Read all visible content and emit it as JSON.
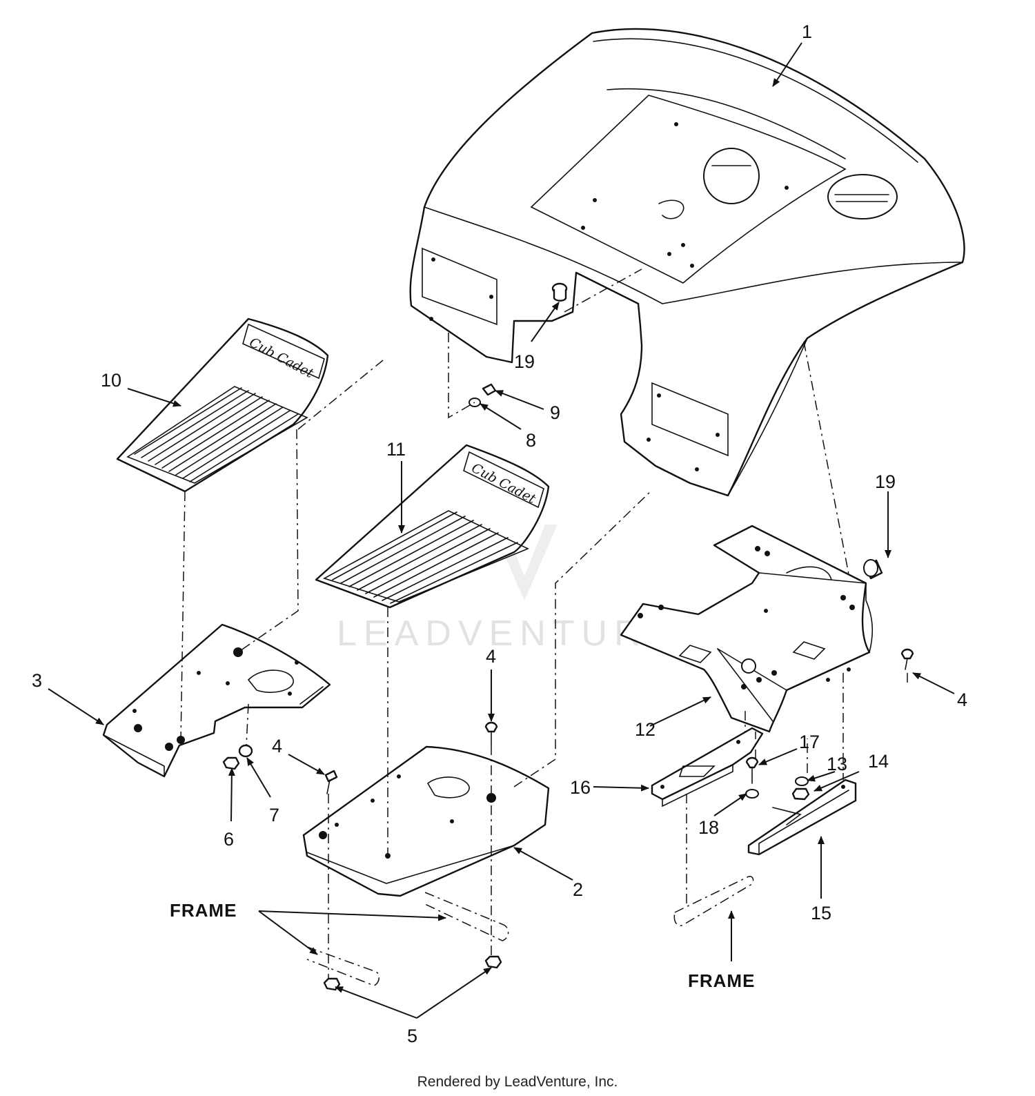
{
  "watermark": "LEADVENTURE",
  "footer": "Rendered by LeadVenture, Inc.",
  "frame_labels": {
    "left": "FRAME",
    "right": "FRAME"
  },
  "mat_branding": "Cub Cadet",
  "callouts": {
    "c1": "1",
    "c2": "2",
    "c3": "3",
    "c4a": "4",
    "c4b": "4",
    "c4c": "4",
    "c5": "5",
    "c6": "6",
    "c7": "7",
    "c8": "8",
    "c9": "9",
    "c10": "10",
    "c11": "11",
    "c12": "12",
    "c13": "13",
    "c14": "14",
    "c15": "15",
    "c16": "16",
    "c17": "17",
    "c18": "18",
    "c19a": "19",
    "c19b": "19"
  },
  "colors": {
    "ink": "#111111",
    "paper": "#ffffff",
    "watermark": "#e2e2e2"
  }
}
